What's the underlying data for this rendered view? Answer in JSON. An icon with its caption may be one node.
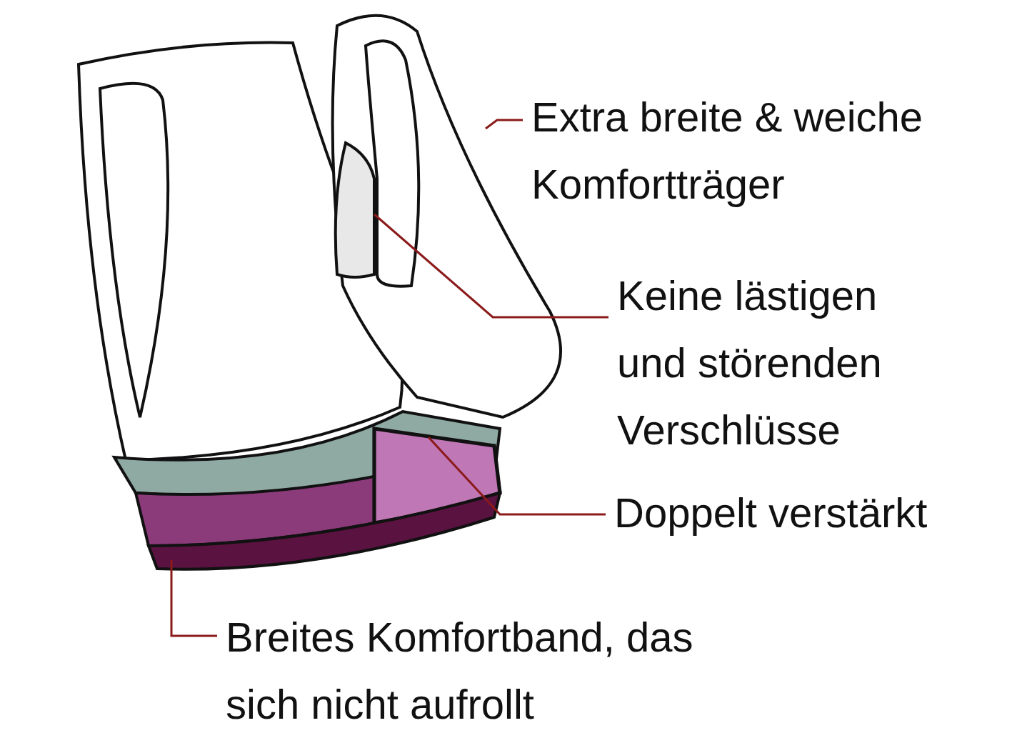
{
  "diagram": {
    "nodes": [
      {
        "text": [
          "Extra breite & weiche Komfortträger"
        ]
      },
      {
        "text": [],
        "shape": "bar"
      },
      {
        "text": [
          "Keine lästigen und störenden Verschlüsse"
        ]
      },
      {
        "text": [],
        "shape": "bar",
        "in": 1
      },
      {
        "text": [
          "Doppelt verstärkt"
        ]
      },
      {
        "text": [],
        "shape": "box"
      },
      {
        "text": [
          "Breites Komfortband, das sich nicht aufrollt"
        ]
      },
      {
        "text": [],
        "shape": "bar"
      }
    ],
    "edges": [
      {
        "from": 0,
        "to": 1,
        "arrow": "none"
      },
      {
        "from": 2,
        "to": 3,
        "arrow": "none"
      },
      {
        "from": 4,
        "to": 5,
        "arrow": "none"
      },
      {
        "from": 6,
        "to": 7,
        "arrow": "none"
      }
    ]
  }
}
